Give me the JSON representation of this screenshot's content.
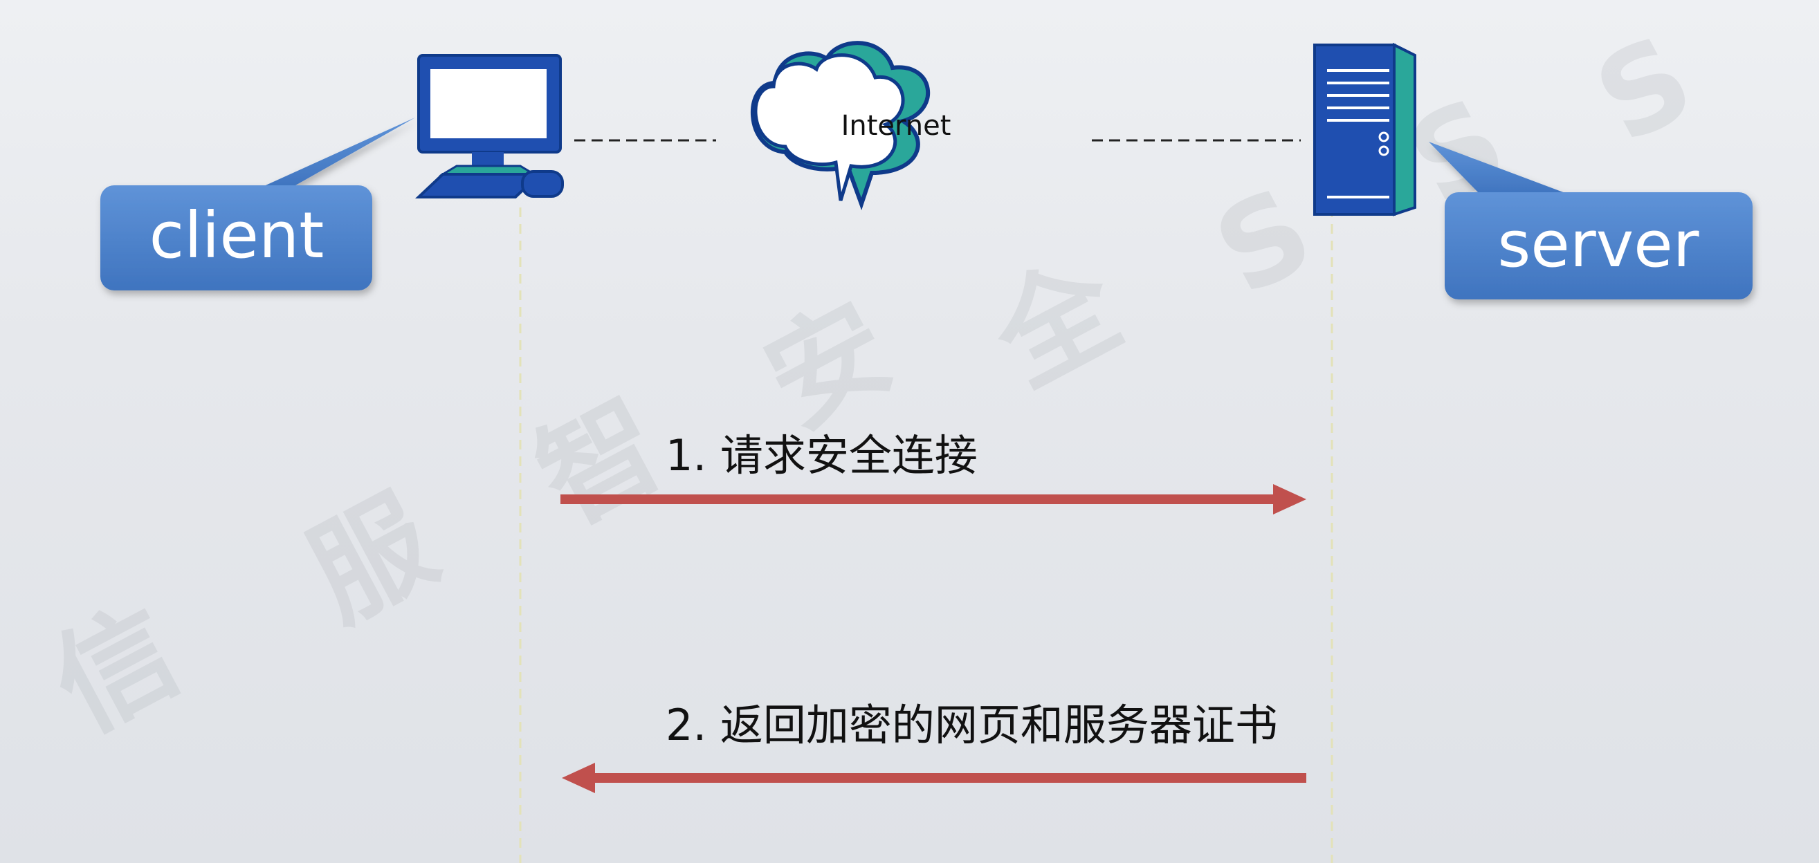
{
  "labels": {
    "client": "client",
    "server": "server",
    "internet": "Internet"
  },
  "steps": [
    {
      "label": "1. 请求安全连接",
      "direction": "client-to-server"
    },
    {
      "label": "2.  返回加密的网页和服务器证书",
      "direction": "server-to-client"
    }
  ],
  "watermark": {
    "chars": [
      "信",
      "服",
      "智",
      "安",
      "全",
      "S",
      "S",
      "S"
    ]
  },
  "colors": {
    "callout": "#3f78c4",
    "callout_text": "#ffffff",
    "arrow": "#c0504d",
    "device_blue": "#1f4fb0",
    "device_teal": "#2aa79a",
    "label_text": "#111111"
  }
}
